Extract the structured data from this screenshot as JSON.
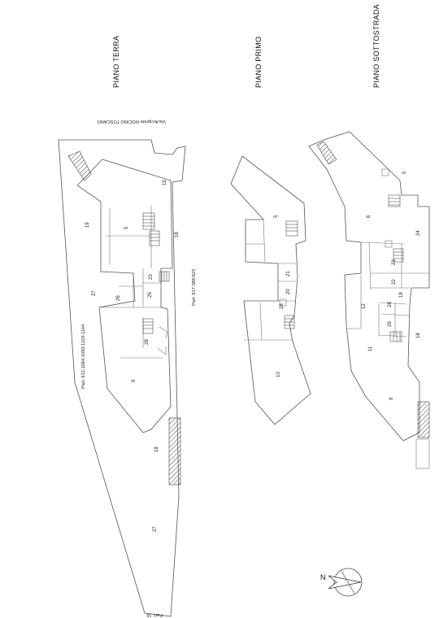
{
  "floors": {
    "ground": {
      "title": "PIANO TERRA",
      "street": "Via Arciprete ROCINO TOSCANO",
      "parcel_west": "Part. 612-1064-1093-1103-1104",
      "parcel_east": "Part. 617-388-623",
      "bottom_note": "Part. 16",
      "rooms": {
        "r19a": "19",
        "r5": "5",
        "r19b": "19",
        "r18a": "18",
        "r23": "23",
        "r27a": "27",
        "r26": "26",
        "r25": "25",
        "r28": "28",
        "r9": "9",
        "r18b": "18",
        "r27b": "27"
      }
    },
    "first": {
      "title": "PIANO PRIMO",
      "rooms": {
        "r5": "5",
        "r21": "21",
        "r20": "20",
        "r28": "28",
        "r10": "10"
      }
    },
    "basement": {
      "title": "PIANO  SOTTOSTRADA",
      "rooms": {
        "r5": "5",
        "r6": "6",
        "r24": "24",
        "r23": "23",
        "r22": "22",
        "r12": "12",
        "r28": "28",
        "r18a": "18",
        "r29": "29",
        "r11": "11",
        "r18b": "18",
        "r9": "9"
      }
    }
  },
  "compass": {
    "north_label": "N"
  }
}
